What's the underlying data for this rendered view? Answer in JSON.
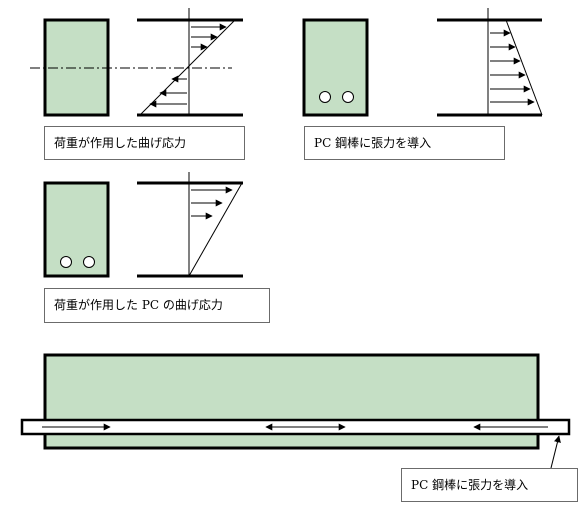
{
  "captions": {
    "load_bending_stress": "荷重が作用した曲げ応力",
    "pc_tension_intro": "PC 鋼棒に張力を導入",
    "load_pc_bending_stress": "荷重が作用した PC の曲げ応力",
    "beam_callout": "PC 鋼棒に張力を導入"
  },
  "colors": {
    "concrete_fill": "#c5dfc5",
    "outline": "#000000"
  }
}
